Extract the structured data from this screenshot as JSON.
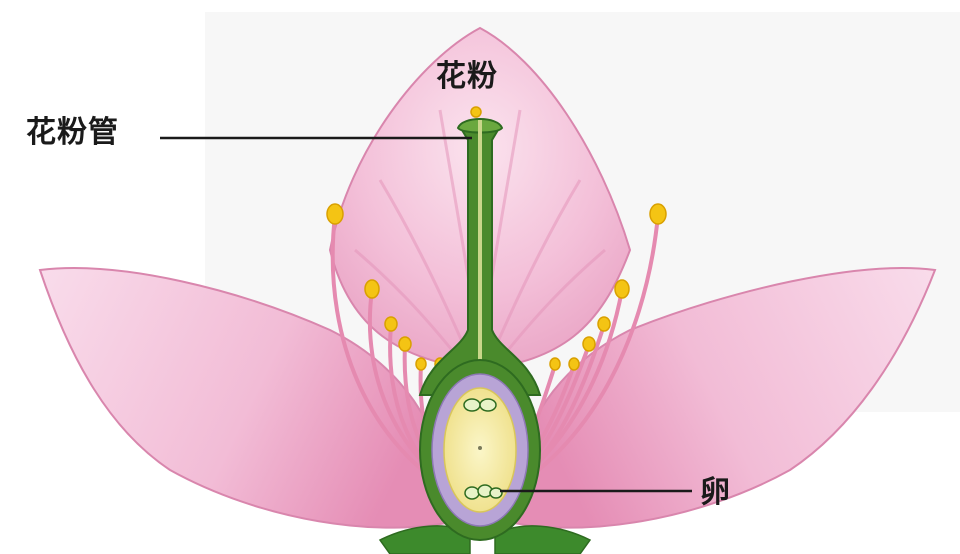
{
  "labels": {
    "pollen": "花粉",
    "pollen_tube": "花粉管",
    "egg": "卵"
  },
  "colors": {
    "petal": "#f3bfd8",
    "petal_dark": "#e58db5",
    "stamen": "#e58ab0",
    "anther": "#f4c414",
    "pistil": "#4a8a2c",
    "ovary_inner": "#f6efaa",
    "ovary_lining": "#b8a4d6",
    "sepal": "#3d8a2c"
  },
  "icons": [
    "flower-diagram"
  ]
}
